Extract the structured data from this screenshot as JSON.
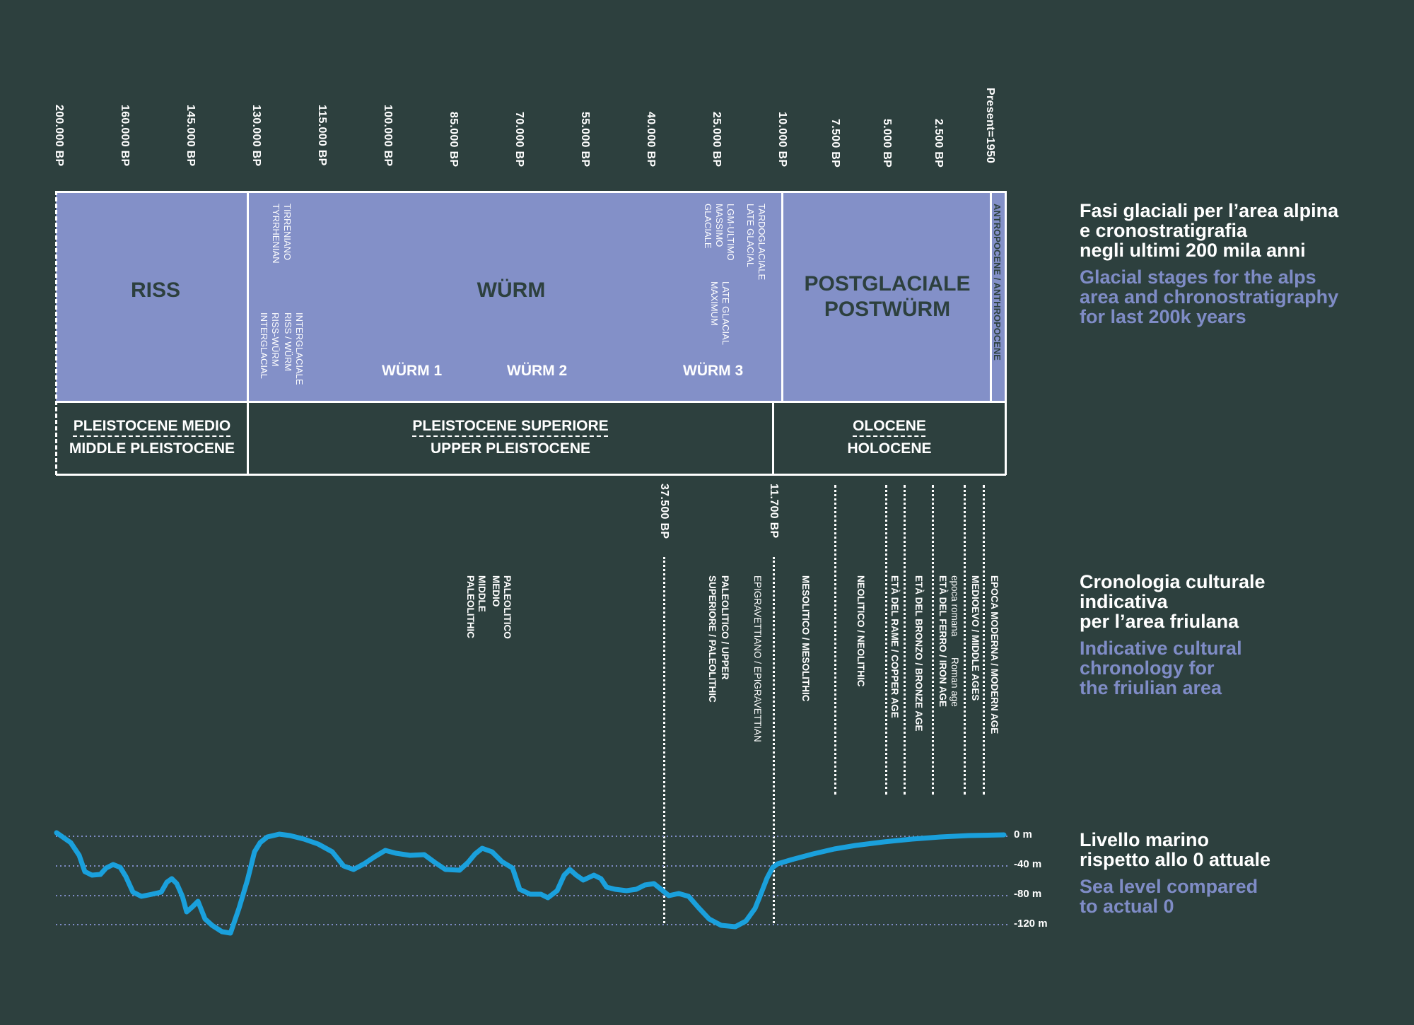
{
  "time_ticks": [
    "200.000 BP",
    "160.000 BP",
    "145.000 BP",
    "130.000 BP",
    "115.000 BP",
    "100.000 BP",
    "85.000 BP",
    "70.000 BP",
    "55.000 BP",
    "40.000 BP",
    "25.000 BP",
    "10.000 BP",
    "7.500 BP",
    "5.000 BP",
    "2.500 BP",
    "Present=1950"
  ],
  "glacial": {
    "riss": "RISS",
    "wurm": "WÜRM",
    "postglaciale_it": "POSTGLACIALE",
    "postglaciale_en": "POSTWÜRM",
    "antropocene": "ANTROPOCENE / ANTHROPOCENE",
    "tirreniano": "TIRRENIANO",
    "tyrrhenian": "TYRRHENIAN",
    "interglaciale": "INTERGLACIALE",
    "riss_wurm": "RISS / WÜRM",
    "riss_wurm_en": "RISS-WÜRM",
    "interglacial": "INTERGLACIAL",
    "wurm1": "WÜRM 1",
    "wurm2": "WÜRM 2",
    "wurm3": "WÜRM 3",
    "tardoglaciale": "TARDOGLACIALE",
    "late_glacial_1": "LATE GLACIAL",
    "lgm_ultimo": "LGM-ULTIMO",
    "massimo": "MASSIMO",
    "glaciale": "GLACIALE",
    "late_glacial_2": "LATE GLACIAL",
    "maximum": "MAXIMUM"
  },
  "epochs": {
    "middle_it": "PLEISTOCENE MEDIO",
    "middle_en": "MIDDLE PLEISTOCENE",
    "upper_it": "PLEISTOCENE SUPERIORE",
    "upper_en": "UPPER PLEISTOCENE",
    "holo_it": "OLOCENE",
    "holo_en": "HOLOCENE"
  },
  "cultural": {
    "bp_37500": "37.500 BP",
    "bp_11700": "11.700 BP",
    "paleo_medio_1": "PALEOLITICO",
    "paleo_medio_2": "MEDIO",
    "paleo_medio_3": "MIDDLE",
    "paleo_medio_4": "PALEOLITHIC",
    "paleo_sup_1": "PALEOLITICO / UPPER",
    "paleo_sup_2": "SUPERIORE / PALEOLITHIC",
    "epigravettiano": "EPIGRAVETTIANO / EPIGRAVETTIAN",
    "mesolitico": "MESOLITICO / MESOLITHIC",
    "neolitico": "NEOLITICO / NEOLITHIC",
    "rame": "ETÀ DEL RAME / COPPER AGE",
    "bronzo": "ETÀ DEL BRONZO / BRONZE AGE",
    "ferro_1": "epoca romana",
    "ferro_2": "ETÀ DEL FERRO / IRON AGE",
    "roman": "Roman age",
    "medioevo": "MEDIOEVO / MIDDLE AGES",
    "moderna": "EPOCA MODERNA / MODERN AGE"
  },
  "sea_level": {
    "labels": [
      "0 m",
      "-40 m",
      "-80 m",
      "-120 m"
    ],
    "curve_color": "#1aa0dc"
  },
  "legend": {
    "glacial_it_1": "Fasi glaciali per l’area alpina",
    "glacial_it_2": "e cronostratigrafia",
    "glacial_it_3": "negli ultimi 200 mila anni",
    "glacial_en_1": "Glacial stages for the alps",
    "glacial_en_2": "area and chronostratigraphy",
    "glacial_en_3": "for last 200k years",
    "cultural_it_1": "Cronologia culturale",
    "cultural_it_2": "indicativa",
    "cultural_it_3": "per l’area friulana",
    "cultural_en_1": "Indicative cultural",
    "cultural_en_2": "chronology for",
    "cultural_en_3": "the friulian area",
    "sea_it_1": "Livello marino",
    "sea_it_2": "rispetto allo 0 attuale",
    "sea_en_1": "Sea level compared",
    "sea_en_2": "to actual 0"
  },
  "colors": {
    "background": "#2d403e",
    "band": "#8390c8",
    "accent_text": "#7f8cc6",
    "line": "#ffffff"
  }
}
